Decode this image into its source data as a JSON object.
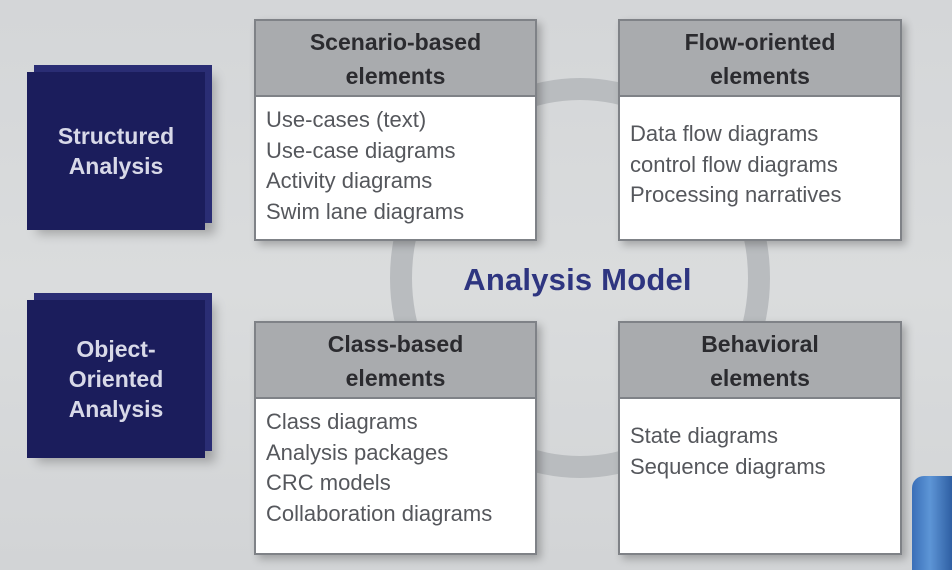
{
  "center_title": "Analysis Model",
  "approaches": [
    {
      "label": "Structured\nAnalysis"
    },
    {
      "label": "Object-\nOriented\nAnalysis"
    }
  ],
  "elements": {
    "scenario": {
      "title": "Scenario-based\nelements",
      "items": [
        "Use-cases (text)",
        "Use-case diagrams",
        "Activity diagrams",
        "Swim lane diagrams"
      ]
    },
    "flow": {
      "title": "Flow-oriented\nelements",
      "items": [
        "Data flow diagrams",
        "control flow diagrams",
        "Processing narratives"
      ]
    },
    "class": {
      "title": "Class-based\nelements",
      "items": [
        "Class diagrams",
        "Analysis packages",
        "CRC models",
        "Collaboration diagrams"
      ]
    },
    "behavioral": {
      "title": "Behavioral\nelements",
      "items": [
        "State diagrams",
        "Sequence diagrams"
      ]
    }
  },
  "colors": {
    "side_box": "#1b1d5c",
    "header_fill": "#a9abae",
    "center_title": "#2e3580",
    "ring": "#b9bcbf"
  }
}
